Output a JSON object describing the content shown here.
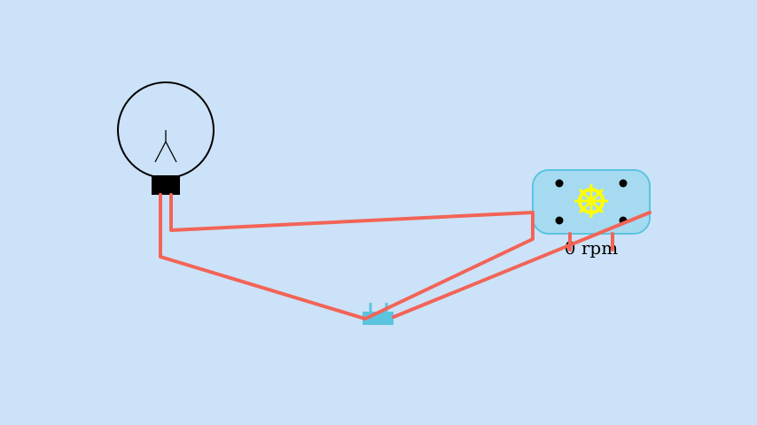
{
  "colors": {
    "background": "#cce2f8",
    "wire": "#f26457",
    "motor_body": "#a6daf1",
    "motor_border": "#5bc4df",
    "fan": "#ffff00",
    "bulb_outline": "#000000",
    "bulb_base": "#000000",
    "switch_fill": "#5bc4df",
    "text": "#000000"
  },
  "components": {
    "bulb": {
      "icon": "light-bulb-icon",
      "state": "off"
    },
    "motor": {
      "icon": "motor-icon",
      "fan_icon": "fan-icon",
      "speed_label": "0 rpm"
    },
    "switch": {
      "icon": "switch-icon",
      "state": "closed"
    }
  },
  "wires": [
    {
      "from": "bulb",
      "to": "motor"
    },
    {
      "from": "bulb",
      "to": "switch"
    },
    {
      "from": "switch",
      "to": "motor"
    },
    {
      "from": "switch",
      "to": "motor"
    }
  ]
}
